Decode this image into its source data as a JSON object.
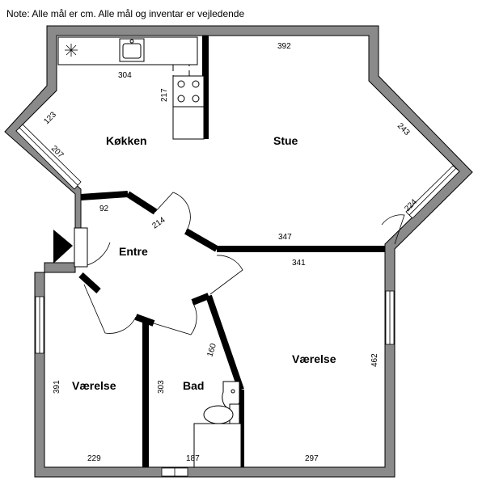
{
  "note": "Note: Alle mål er cm. Alle mål og inventar er vejledende",
  "rooms": {
    "kokken": "Køkken",
    "stue": "Stue",
    "entre": "Entre",
    "vaerelse_left": "Værelse",
    "bad": "Bad",
    "vaerelse_right": "Værelse"
  },
  "dimensions": {
    "d392": "392",
    "d304": "304",
    "d217": "217",
    "d123": "123",
    "d207": "207",
    "d243": "243",
    "d224": "224",
    "d92": "92",
    "d214": "214",
    "d347": "347",
    "d341": "341",
    "d160": "160",
    "d462": "462",
    "d391": "391",
    "d303": "303",
    "d229": "229",
    "d187": "187",
    "d297": "297"
  },
  "icons": {
    "entrance": "entrance-arrow-icon",
    "sink": "kitchen-sink-icon",
    "stove": "stove-icon",
    "fan": "exhaust-fan-icon",
    "toilet": "toilet-icon",
    "washbasin": "washbasin-icon"
  }
}
